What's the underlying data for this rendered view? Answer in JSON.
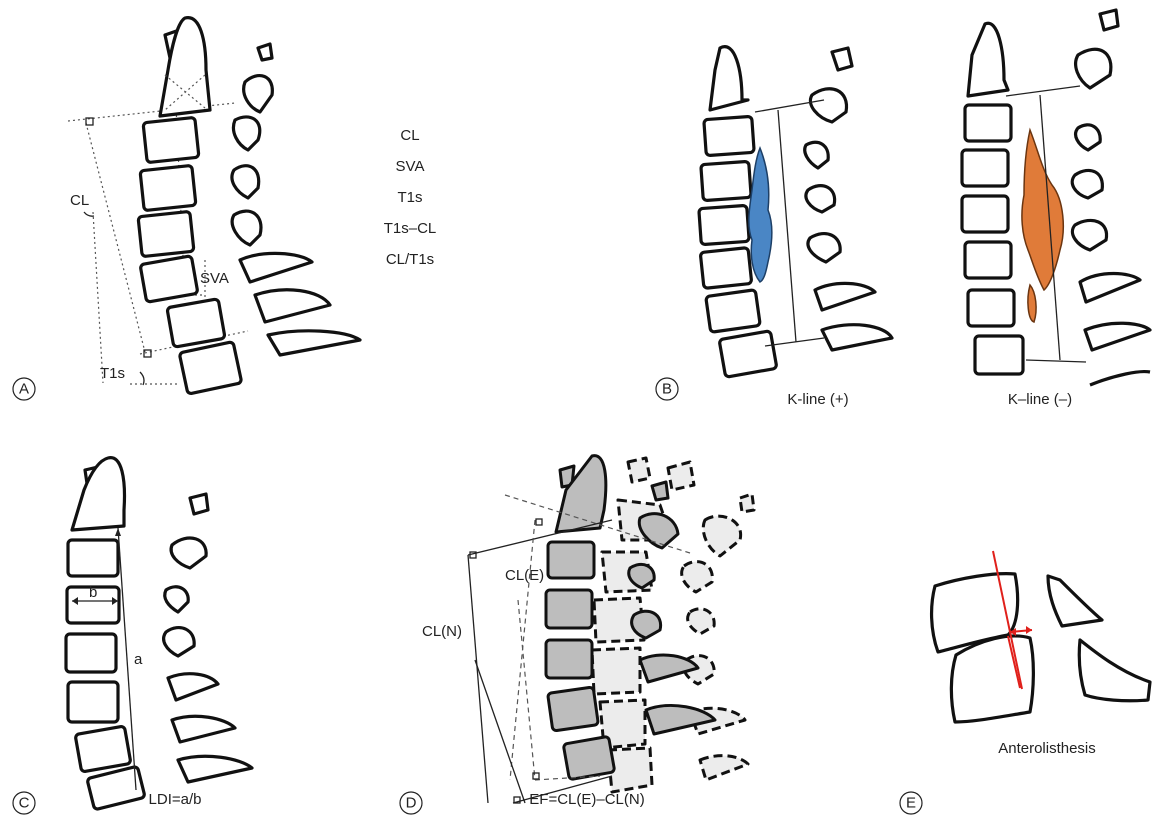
{
  "panels": [
    {
      "letter": "A"
    },
    {
      "letter": "B"
    },
    {
      "letter": "C"
    },
    {
      "letter": "D"
    },
    {
      "letter": "E"
    }
  ],
  "panel_a": {
    "parameter_list": [
      "CL",
      "SVA",
      "T1s",
      "T1s–CL",
      "CL/T1s"
    ],
    "cl_label": "CL",
    "sva_label": "SVA",
    "t1s_label": "T1s"
  },
  "panel_b": {
    "kline_positive": "K-line (+)",
    "kline_negative": "K–line (–)",
    "colors": {
      "positive_lesion": "#4a86c5",
      "negative_lesion": "#e07b39"
    }
  },
  "panel_c": {
    "a_label": "a",
    "b_label": "b",
    "ldi_label": "LDI=a/b"
  },
  "panel_d": {
    "cle_label": "CL(E)",
    "cln_label": "CL(N)",
    "ef_label": "EF=CL(E)–CL(N)"
  },
  "panel_e": {
    "caption": "Anterolisthesis",
    "colors": {
      "marker": "#e0201b"
    }
  }
}
